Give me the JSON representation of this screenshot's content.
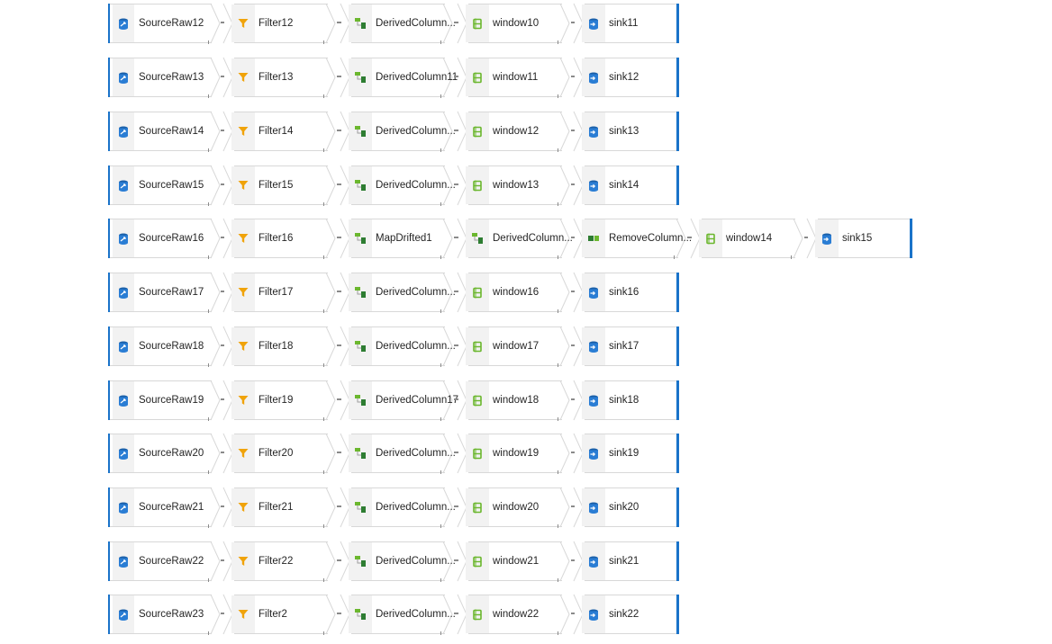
{
  "colors": {
    "accent": "#1a73c9",
    "filter_icon": "#f0a30a",
    "transform_icon": "#6bb72e",
    "connector": "#8a8a8a"
  },
  "rows": [
    {
      "nodes": [
        {
          "type": "source",
          "icon": "source-icon",
          "label": "SourceRaw12"
        },
        {
          "type": "filter",
          "icon": "filter-icon",
          "label": "Filter12"
        },
        {
          "type": "derived",
          "icon": "derived-column-icon",
          "label": "DerivedColumn..."
        },
        {
          "type": "window",
          "icon": "window-icon",
          "label": "window10"
        },
        {
          "type": "sink",
          "icon": "sink-icon",
          "label": "sink11"
        }
      ]
    },
    {
      "nodes": [
        {
          "type": "source",
          "icon": "source-icon",
          "label": "SourceRaw13"
        },
        {
          "type": "filter",
          "icon": "filter-icon",
          "label": "Filter13"
        },
        {
          "type": "derived",
          "icon": "derived-column-icon",
          "label": "DerivedColumn11"
        },
        {
          "type": "window",
          "icon": "window-icon",
          "label": "window11"
        },
        {
          "type": "sink",
          "icon": "sink-icon",
          "label": "sink12"
        }
      ]
    },
    {
      "nodes": [
        {
          "type": "source",
          "icon": "source-icon",
          "label": "SourceRaw14"
        },
        {
          "type": "filter",
          "icon": "filter-icon",
          "label": "Filter14"
        },
        {
          "type": "derived",
          "icon": "derived-column-icon",
          "label": "DerivedColumn..."
        },
        {
          "type": "window",
          "icon": "window-icon",
          "label": "window12"
        },
        {
          "type": "sink",
          "icon": "sink-icon",
          "label": "sink13"
        }
      ]
    },
    {
      "nodes": [
        {
          "type": "source",
          "icon": "source-icon",
          "label": "SourceRaw15"
        },
        {
          "type": "filter",
          "icon": "filter-icon",
          "label": "Filter15"
        },
        {
          "type": "derived",
          "icon": "derived-column-icon",
          "label": "DerivedColumn..."
        },
        {
          "type": "window",
          "icon": "window-icon",
          "label": "window13"
        },
        {
          "type": "sink",
          "icon": "sink-icon",
          "label": "sink14"
        }
      ]
    },
    {
      "nodes": [
        {
          "type": "source",
          "icon": "source-icon",
          "label": "SourceRaw16"
        },
        {
          "type": "filter",
          "icon": "filter-icon",
          "label": "Filter16"
        },
        {
          "type": "derived",
          "icon": "map-drifted-icon",
          "label": "MapDrifted1"
        },
        {
          "type": "derived",
          "icon": "derived-column-icon",
          "label": "DerivedColumn..."
        },
        {
          "type": "select",
          "icon": "select-columns-icon",
          "label": "RemoveColumn..."
        },
        {
          "type": "window",
          "icon": "window-icon",
          "label": "window14"
        },
        {
          "type": "sink",
          "icon": "sink-icon",
          "label": "sink15"
        }
      ]
    },
    {
      "nodes": [
        {
          "type": "source",
          "icon": "source-icon",
          "label": "SourceRaw17"
        },
        {
          "type": "filter",
          "icon": "filter-icon",
          "label": "Filter17"
        },
        {
          "type": "derived",
          "icon": "derived-column-icon",
          "label": "DerivedColumn..."
        },
        {
          "type": "window",
          "icon": "window-icon",
          "label": "window16"
        },
        {
          "type": "sink",
          "icon": "sink-icon",
          "label": "sink16"
        }
      ]
    },
    {
      "nodes": [
        {
          "type": "source",
          "icon": "source-icon",
          "label": "SourceRaw18"
        },
        {
          "type": "filter",
          "icon": "filter-icon",
          "label": "Filter18"
        },
        {
          "type": "derived",
          "icon": "derived-column-icon",
          "label": "DerivedColumn..."
        },
        {
          "type": "window",
          "icon": "window-icon",
          "label": "window17"
        },
        {
          "type": "sink",
          "icon": "sink-icon",
          "label": "sink17"
        }
      ]
    },
    {
      "nodes": [
        {
          "type": "source",
          "icon": "source-icon",
          "label": "SourceRaw19"
        },
        {
          "type": "filter",
          "icon": "filter-icon",
          "label": "Filter19"
        },
        {
          "type": "derived",
          "icon": "derived-column-icon",
          "label": "DerivedColumn17"
        },
        {
          "type": "window",
          "icon": "window-icon",
          "label": "window18"
        },
        {
          "type": "sink",
          "icon": "sink-icon",
          "label": "sink18"
        }
      ]
    },
    {
      "nodes": [
        {
          "type": "source",
          "icon": "source-icon",
          "label": "SourceRaw20"
        },
        {
          "type": "filter",
          "icon": "filter-icon",
          "label": "Filter20"
        },
        {
          "type": "derived",
          "icon": "derived-column-icon",
          "label": "DerivedColumn..."
        },
        {
          "type": "window",
          "icon": "window-icon",
          "label": "window19"
        },
        {
          "type": "sink",
          "icon": "sink-icon",
          "label": "sink19"
        }
      ]
    },
    {
      "nodes": [
        {
          "type": "source",
          "icon": "source-icon",
          "label": "SourceRaw21"
        },
        {
          "type": "filter",
          "icon": "filter-icon",
          "label": "Filter21"
        },
        {
          "type": "derived",
          "icon": "derived-column-icon",
          "label": "DerivedColumn..."
        },
        {
          "type": "window",
          "icon": "window-icon",
          "label": "window20"
        },
        {
          "type": "sink",
          "icon": "sink-icon",
          "label": "sink20"
        }
      ]
    },
    {
      "nodes": [
        {
          "type": "source",
          "icon": "source-icon",
          "label": "SourceRaw22"
        },
        {
          "type": "filter",
          "icon": "filter-icon",
          "label": "Filter22"
        },
        {
          "type": "derived",
          "icon": "derived-column-icon",
          "label": "DerivedColumn..."
        },
        {
          "type": "window",
          "icon": "window-icon",
          "label": "window21"
        },
        {
          "type": "sink",
          "icon": "sink-icon",
          "label": "sink21"
        }
      ]
    },
    {
      "nodes": [
        {
          "type": "source",
          "icon": "source-icon",
          "label": "SourceRaw23"
        },
        {
          "type": "filter",
          "icon": "filter-icon",
          "label": "Filter2"
        },
        {
          "type": "derived",
          "icon": "derived-column-icon",
          "label": "DerivedColumn..."
        },
        {
          "type": "window",
          "icon": "window-icon",
          "label": "window22"
        },
        {
          "type": "sink",
          "icon": "sink-icon",
          "label": "sink22"
        }
      ]
    }
  ]
}
